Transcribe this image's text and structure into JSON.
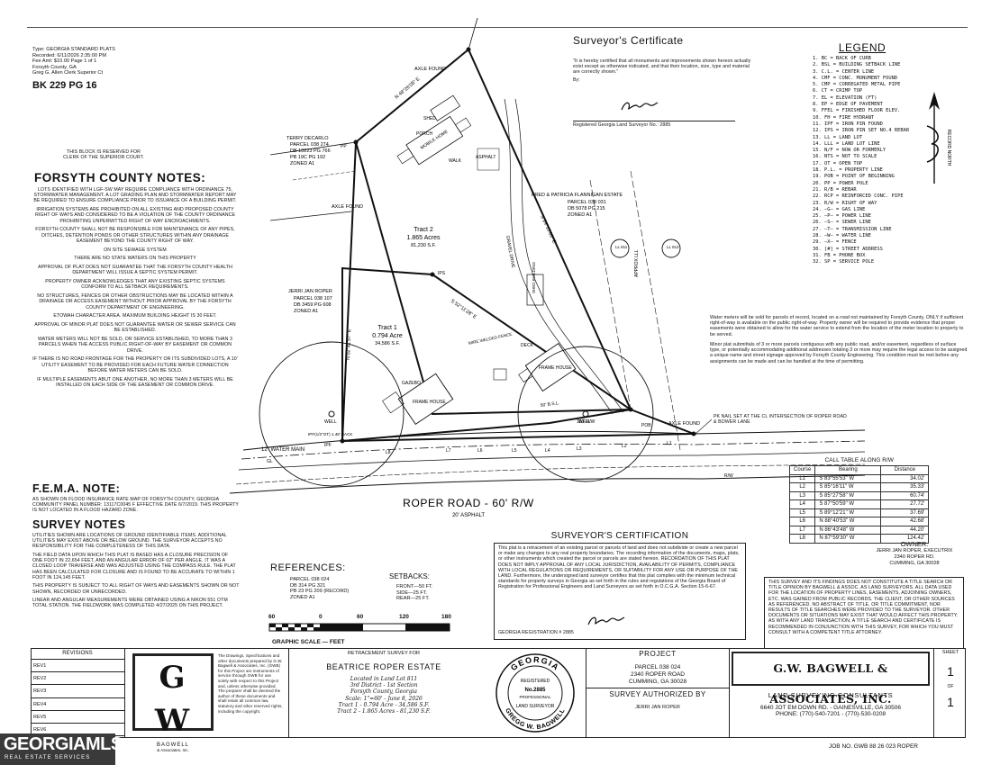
{
  "recording": {
    "lines": [
      "Type: GEORGIA STANDARD PLATS",
      "Recorded: 6/11/2026 2:35:00 PM",
      "Fee Amt: $10.00 Page 1 of 1",
      "Forsyth County, GA",
      "Greg G. Allen Clerk Superior Ct"
    ],
    "book_page": "BK 229  PG 16",
    "reserved_block": [
      "THIS BLOCK IS RESERVED FOR",
      "CLERK OF THE SUPERIOR COURT."
    ]
  },
  "county_notes": {
    "title": "FORSYTH COUNTY NOTES:",
    "items": [
      "LOTS IDENTIFIED WITH LGF-SW MAY REQUIRE COMPLIANCE WITH ORDINANCE 75, STORMWATER MANAGEMENT. A LOT GRADING PLAN AND STORMWATER REPORT MAY BE REQUIRED TO ENSURE COMPLIANCE PRIOR TO ISSUANCE OF A BUILDING PERMIT.",
      "IRRIGATION SYSTEMS ARE PROHIBITED ON ALL EXISTING AND PROPOSED COUNTY RIGHT OF WAYS AND CONSIDERED TO BE A VIOLATION OF THE COUNTY ORDINANCE PROHIBITING UNPERMITTED RIGHT OF WAY ENCROACHMENTS.",
      "FORSYTH COUNTY SHALL NOT BE RESPONSIBLE FOR MAINTENANCE OF ANY PIPES, DITCHES, DETENTION PONDS OR OTHER STRUCTURES WITHIN ANY DRAINAGE EASEMENT BEYOND THE COUNTY RIGHT OF WAY.",
      "ON SITE SEWAGE SYSTEM",
      "THERE ARE NO STATE WATERS ON THIS PROPERTY",
      "APPROVAL OF PLAT DOES NOT GUARANTEE THAT THE FORSYTH COUNTY HEALTH DEPARTMENT WILL ISSUE A SEPTIC SYSTEM PERMIT.",
      "PROPERTY OWNER ACKNOWLEDGES THAT ANY EXISTING SEPTIC SYSTEMS CONFORM TO ALL SETBACK REQUIREMENTS.",
      "NO STRUCTURES, FENCES OR OTHER OBSTRUCTIONS MAY BE LOCATED WITHIN A DRAINAGE OR ACCESS EASEMENT WITHOUT PRIOR APPROVAL BY THE FORSYTH COUNTY DEPARTMENT OF ENGINEERING.",
      "ETOWAH CHARACTER AREA. MAXIMUM BUILDING HEIGHT IS 30 FEET.",
      "APPROVAL OF MINOR PLAT DOES NOT GUARANTEE WATER OR SEWER SERVICE CAN BE ESTABLISHED.",
      "WATER METERS WILL NOT BE SOLD, OR SERVICE ESTABLISHED, TO MORE THAN 3 PARCELS WHEN THE ACCESS PUBLIC RIGHT-OF-WAY BY EASEMENT OR COMMON DRIVE.",
      "IF THERE IS NO ROAD FRONTAGE FOR THE PROPERTY OR ITS SUBDIVIDED LOTS, A 10' UTILITY EASEMENT TO BE PROVIDED FOR EACH FUTURE WATER CONNECTION BEFORE WATER METERS CAN BE SOLD.",
      "IF MULTIPLE EASEMENTS ABUT ONE ANOTHER, NO MORE THAN 3 METERS WILL BE INSTALLED ON EACH SIDE OF THE EASEMENT OR COMMON DRIVE."
    ]
  },
  "fema": {
    "title": "F.E.M.A. NOTE:",
    "text": "AS SHOWN ON FLOOD INSURANCE RATE MAP OF FORSYTH COUNTY, GEORGIA COMMUNITY PANEL NUMBER: 13117C0045 F EFFECTIVE DATE 6/7/2019. THIS PROPERTY IS NOT LOCATED IN A FLOOD HAZARD ZONE."
  },
  "survey_notes": {
    "title": "SURVEY NOTES",
    "items": [
      "UTILITIES SHOWN ARE LOCATIONS OF GROUND IDENTIFIABLE ITEMS. ADDITIONAL UTILITIES MAY EXIST ABOVE OR BELOW GROUND. THE SURVEYOR ACCEPTS NO RESPONSIBILITY FOR THE COMPLETENESS OF THIS DATA.",
      "THE FIELD DATA UPON WHICH THIS PLAT IS BASED HAS A CLOSURE PRECISION OF ONE FOOT IN 22,654 FEET, AND AN ANGULAR ERROR OF 02\" PER ANGLE. IT WAS A CLOSED LOOP TRAVERSE AND WAS ADJUSTED USING THE COMPASS RULE. THE PLAT HAS BEEN CALCULATED FOR CLOSURE AND IS FOUND TO BE ACCURATE TO WITHIN 1 FOOT IN 124,145 FEET.",
      "THIS PROPERTY IS SUBJECT TO ALL RIGHT OF WAYS AND EASEMENTS SHOWN OR NOT SHOWN, RECORDED OR UNRECORDED.",
      "LINEAR AND ANGULAR MEASUREMENTS WERE OBTAINED USING A NIKON 551 OTM TOTAL STATION. THE FIELDWORK WAS COMPLETED 4/27/2025 ON THIS PROJECT."
    ]
  },
  "surveyor_certificate": {
    "title": "Surveyor's Certificate",
    "text": "\"It is hereby certified that all monuments and improvements shown hereon actually exist except as otherwise indicated, and that their location, size, type and material are correctly shown.\"",
    "by": "By:",
    "reg_line": "Registered Georgia Land Surveyor No.: 2885"
  },
  "legend": {
    "title": "LEGEND",
    "items": [
      "1.  BC   = BACK OF CURB",
      "2.  BSL  = BUILDING SETBACK LINE",
      "3.  C.L. = CENTER LINE",
      "4.  CMF  = CONC. MONUMENT FOUND",
      "5.  CMP  = CORREGATED METAL PIPE",
      "6.  CT   = CRIMP TOP",
      "7.  EL   = ELEVATION (FT)",
      "8.  EP   = EDGE OF PAVEMENT",
      "9.  FFEL = FINISHED FLOOR ELEV.",
      "10. FH   = FIRE HYDRANT",
      "11. IPF  = IRON PIN FOUND",
      "12. IPS  = IRON PIN SET NO.4 REBAR",
      "13. LL   = LAND LOT",
      "14. LLL  = LAND LOT LINE",
      "15. N/F  = NOW OR FORMERLY",
      "16. NTS  = NOT TO SCALE",
      "17. OT   = OPEN TOP",
      "18. P.L. = PROPERTY LINE",
      "19. POB  = POINT OF BEGINNING",
      "20. PP   = POWER POLE",
      "21. R/B  = REBAR",
      "22. RCP  = REINFORCED CONC. PIPE",
      "23. R/W  = RIGHT OF WAY",
      "24. —G— = GAS LINE",
      "25. —P— = POWER LINE",
      "26. —S— = SEWER LINE",
      "27. —T— = TRANSMISSION LINE",
      "28. —W— = WATER LINE",
      "29. —X— = FENCE",
      "30. [#] = STREET ADDRESS",
      "31. FB   = PHONE BOX",
      "32. SP   = SERVICE POLE"
    ],
    "north": "RECORD NORTH"
  },
  "water_note": "Water meters will be sold for parcels of record, located on a road not maintained by Forsyth County, ONLY if sufficient right-of-way is available on the public right-of-way. Property owner will be required to provide evidence that proper easements were obtained to allow for the water service to extend from the location of the meter location to property to be served.",
  "minor_plat_note": "Minor plat submittals of 3 or more parcels contiguous with any public road, and/or easement, regardless of surface type, or potentially accommodating additional addresses totaling 3 or more may require the legal access to be assigned a unique name and street signage approved by Forsyth County Engineering. This condition must be met before any assignments can be made and can be handled at the time of permitting.",
  "plat": {
    "owners": [
      {
        "lines": [
          "TERRY DECARLO",
          "PARCEL 038 274",
          "DB 10223 PG 766",
          "PB 19C PG 192",
          "ZONED A1"
        ]
      },
      {
        "lines": [
          "FRED & PATRICIA FLANNIGAN ESTATE",
          "PARCEL 038 031",
          "DB 5078 PG 215",
          "ZONED A1"
        ]
      },
      {
        "lines": [
          "JERRI JAN ROPER",
          "PARCEL 038 107",
          "DB 3459 PG 608",
          "ZONED A1"
        ]
      }
    ],
    "tract2": [
      "Tract 2",
      "1.865 Acres",
      "81,230 S.F."
    ],
    "tract1": [
      "Tract 1",
      "0.794 Acre",
      "34,586 S.F."
    ],
    "labels": {
      "axle_found": "AXLE FOUND",
      "axle_found2": "AXLE FOUND",
      "axle_found3": "AXLE FOUND",
      "shed": "SHED",
      "porch": "PORCH",
      "mobile_home": "MOBILE HOME",
      "walk": "WALK",
      "asphalt": "ASPHALT",
      "gravel_drive": "GRAVEL DRIVE",
      "shed_building": "SHED BUILDING",
      "frame_house": "FRAME HOUSE",
      "deck": "DECK",
      "gazebo": "GAZEBO",
      "well": "WELL",
      "pp": "PP",
      "ipf": "IPF",
      "ips": "IPS",
      "pob": "POB",
      "bsl50": "50' B.S.L.",
      "bsl100": "100' R/W",
      "water_main": "12\" WATER MAIN",
      "gl": "GL",
      "rw": "R/W",
      "ll811": "LL 811",
      "ll812": "LL 812",
      "approx_lll": "APPROX LLL",
      "pk_nail": "PK NAIL SET AT THE CL INTERSECTION OF ROPER ROAD & BOWER LANE",
      "ipf_back": "IPF(1/2\"OT) 1.48' BACK",
      "road_name": "ROPER ROAD - 60' R/W",
      "road_surface": "20' ASPHALT",
      "wire_fence": "WIRE WELDED FENCE"
    }
  },
  "curve_table": {
    "title": "CALL TABLE ALONG R/W",
    "headers": [
      "Course",
      "Bearing",
      "Distance"
    ],
    "rows": [
      [
        "L1",
        "S 83°55'53\" W",
        "34.02'"
      ],
      [
        "L2",
        "S 85°16'11\" W",
        "35.33'"
      ],
      [
        "L3",
        "S 85°27'58\" W",
        "60.74'"
      ],
      [
        "L4",
        "S 87°50'59\" W",
        "27.72'"
      ],
      [
        "L5",
        "S 89°12'21\" W",
        "37.69'"
      ],
      [
        "L6",
        "N 88°40'53\" W",
        "42.68'"
      ],
      [
        "L7",
        "N 86°43'48\" W",
        "44.20'"
      ],
      [
        "L8",
        "N 87°59'30\" W",
        "124.42'"
      ]
    ]
  },
  "owner": {
    "title": "OWNER:",
    "lines": [
      "JERRI JAN ROPER, EXECUTRIX",
      "2340 ROPER RD.",
      "CUMMING, GA 30028"
    ]
  },
  "disclaimer": "THIS SURVEY AND ITS FINDINGS DOES NOT CONSTITUTE A TITLE SEARCH OR TITLE OPINION BY BAGWELL & ASSOC. AS LAND SURVEYORS. ALL DATA USED FOR THE LOCATION OF PROPERTY LINES, EASEMENTS, ADJOINING OWNERS, ETC. WAS GAINED FROM PUBLIC RECORDS. THE CLIENT, OR OTHER SOURCES AS REFERENCED. NO ABSTRACT OF TITLE, OR TITLE COMMITMENT, NOR RESULTS OF TITLE SEARCHES WERE PROVIDED TO THE SURVEYOR. OTHER DOCUMENTS OR SITUATIONS MAY EXIST THAT WOULD AFFECT THIS PROPERTY. AS WITH ANY LAND TRANSACTION, A TITLE SEARCH AND CERTIFICATE IS RECOMMENDED IN CONJUNCTION WITH THIS SURVEY, FOR WHICH YOU MUST CONSULT WITH A COMPETENT TITLE ATTORNEY.",
  "surveyors_certification": {
    "title": "SURVEYOR'S CERTIFICATION",
    "text": "This plat is a retracement of an existing parcel or parcels of land and does not subdivide or create a new parcel or make any changes to any real property boundaries. The recording information of the documents, maps, plats, or other instruments which created the parcel or parcels are stated hereon. RECORDATION OF THIS PLAT DOES NOT IMPLY APPROVAL OF ANY LOCAL JURISDICTION, AVAILABILITY OF PERMITS, COMPLIANCE WITH LOCAL REGULATIONS OR REQUIREMENTS, OR SUITABILITY FOR ANY USE OR PURPOSE OF THE LAND. Furthermore, the undersigned land surveyor certifies that this plat complies with the minimum technical standards for property surveys in Georgia as set forth in the rules and regulations of the Georgia Board of Registration for Professional Engineers and Land Surveyors as set forth in O.C.G.A. Section 15-6-67.",
    "reg": "GEORGIA REGISTRATION # 2885"
  },
  "references": {
    "title": "REFERENCES:",
    "lines": [
      "PARCEL 038 024",
      "DB 314 PG 321",
      "PB 23 PG 209 (RECORD)",
      "ZONED A1"
    ]
  },
  "setbacks": {
    "title": "SETBACKS:",
    "lines": [
      "FRONT—50 FT.",
      "SIDE—25 FT.",
      "REAR—25 FT."
    ]
  },
  "scale": {
    "ticks": [
      "60",
      "0",
      "60",
      "120",
      "180"
    ],
    "label": "GRAPHIC  SCALE  —  FEET"
  },
  "revisions": {
    "title": "REVISIONS",
    "rows": [
      "REV1",
      "REV2",
      "REV3",
      "REV4",
      "REV5",
      "REV6"
    ]
  },
  "gw_logo": {
    "letters": "G W",
    "name": "BAGWELL",
    "sub": "& Associates, Inc."
  },
  "fine_print": "The Drawings, Specifications and other documents prepared by G.W. Bagwell & Associates, Inc. (GWB) for this Project are instruments of service through GWB for use solely with respect to this Project and, unless otherwise provided. The preparer shall be deemed the author of these documents and shall retain all common law, statutory and other reserved rights, including the copyright.",
  "retracement": {
    "heading": "RETRACEMENT SURVEY FOR",
    "name": "BEATRICE ROPER ESTATE",
    "lines": [
      "Located in Land Lot 811",
      "3rd District - 1st Section",
      "Forsyth County, Georgia",
      "Scale: 1\"=60' - June 8, 2026",
      "Tract 1 - 0.794 Acre - 34,586 S.F.",
      "Tract 2 - 1.865 Acres - 81,230 S.F."
    ]
  },
  "seal": {
    "top": "GEORGIA",
    "reg": "REGISTERED",
    "no": "No.2885",
    "prof": "PROFESSIONAL",
    "ls": "LAND SURVEYOR",
    "name": "GREGG W. BAGWELL"
  },
  "project": {
    "title": "PROJECT",
    "lines": [
      "PARCEL 038 024",
      "2340 ROPER ROAD",
      "CUMMING, GA 30028"
    ],
    "auth_title": "SURVEY AUTHORIZED BY",
    "auth": "JERRI JAN ROPER"
  },
  "firm": {
    "name": "G.W. BAGWELL & ASSOCIATES, INC.",
    "sub": "LAND SURVEYING CONSULTANTS",
    "addr": "6640 JOT EM DOWN RD. - GAINESVILLE, GA 30506",
    "phone": "PHONE: (770)-540-7201 - (770)-530-0208"
  },
  "sheet": {
    "label": "SHEET",
    "num": "1",
    "of": "OF",
    "total": "1"
  },
  "job_no": "JOB NO. GWB 88 26 023 ROPER",
  "watermark": {
    "main": "GEORGIAMLS",
    "sub": "REAL ESTATE SERVICES"
  }
}
